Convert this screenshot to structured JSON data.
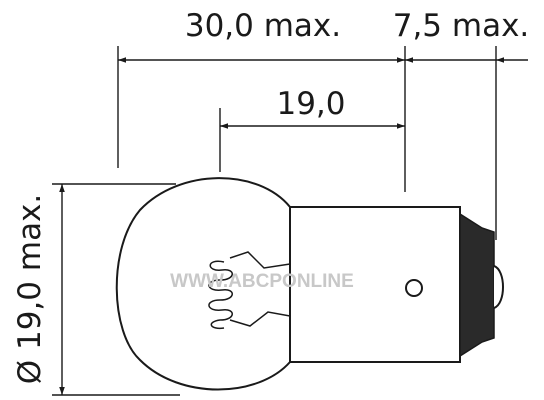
{
  "dimensions": {
    "overall_length": "30,0 max.",
    "base_extension": "7,5 max.",
    "filament_position": "19,0",
    "bulb_diameter": "Ø 19,0 max."
  },
  "watermark": "WWW.ABCPONLINE",
  "colors": {
    "line": "#1a1a1a",
    "base_end": "#2a2a2a",
    "watermark": "#c8c8c8"
  }
}
